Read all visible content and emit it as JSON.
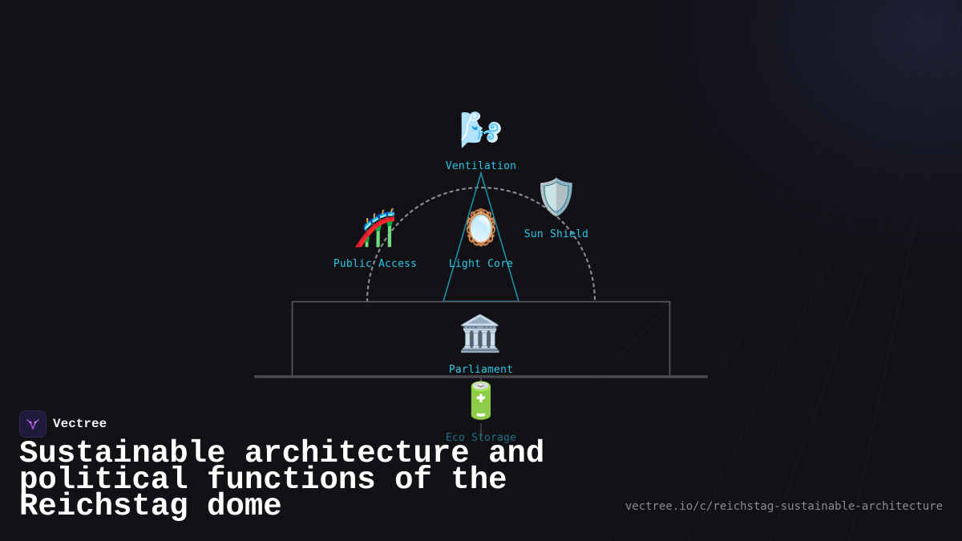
{
  "colors": {
    "background": "#111116",
    "node_label": "#2fc6e6",
    "node_label_dim": "#1f6f86",
    "triangle": "#1a8fa6",
    "frame": "#5a5a5e",
    "dome_dashes": "#8a8a8a",
    "title": "#ffffff",
    "url": "#8a8a90",
    "brand_logo": "#a24fd8"
  },
  "nodes": {
    "ventilation": {
      "label": "Ventilation",
      "icon": "wind-icon",
      "glyph": "🌬️"
    },
    "sun_shield": {
      "label": "Sun Shield",
      "icon": "shield-icon",
      "glyph": "🛡️"
    },
    "public_access": {
      "label": "Public Access",
      "icon": "roller-coaster-icon",
      "glyph": "🎢"
    },
    "light_core": {
      "label": "Light Core",
      "icon": "mirror-icon",
      "glyph": "🪞"
    },
    "parliament": {
      "label": "Parliament",
      "icon": "classical-building-icon",
      "glyph": "🏛️"
    },
    "eco_storage": {
      "label": "Eco Storage",
      "icon": "battery-icon",
      "glyph": "🔋"
    }
  },
  "brand": {
    "name": "Vectree",
    "icon": "vectree-logo-icon"
  },
  "title": "Sustainable architecture and political functions of the Reichstag dome",
  "url": "vectree.io/c/reichstag-sustainable-architecture"
}
